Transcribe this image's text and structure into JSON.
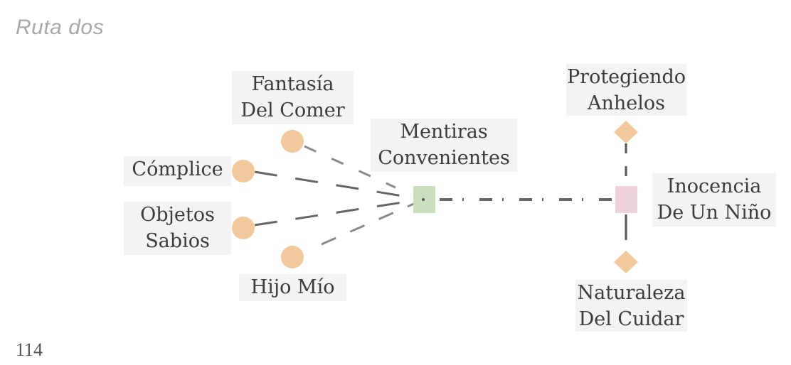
{
  "title": "Ruta dos",
  "page_number": "114",
  "colors": {
    "peach_node": "#f2c99c",
    "green_node": "#c9dfbd",
    "pink_node": "#efd3dd",
    "line": "#666666",
    "label_bg": "#f3f3f3"
  },
  "nodes": {
    "fantasia": {
      "label": "Fantasía\nDel Comer",
      "shape": "circle"
    },
    "complice": {
      "label": "Cómplice",
      "shape": "circle"
    },
    "objetos": {
      "label": "Objetos\nSabios",
      "shape": "circle"
    },
    "hijo": {
      "label": "Hijo Mío",
      "shape": "circle"
    },
    "mentiras": {
      "label": "Mentiras\nConvenientes",
      "shape": "square"
    },
    "inocencia": {
      "label": "Inocencia\nDe Un Niño",
      "shape": "square"
    },
    "protegiendo": {
      "label": "Protegiendo\nAnhelos",
      "shape": "diamond"
    },
    "naturaleza": {
      "label": "Naturaleza\nDel Cuidar",
      "shape": "diamond"
    }
  }
}
